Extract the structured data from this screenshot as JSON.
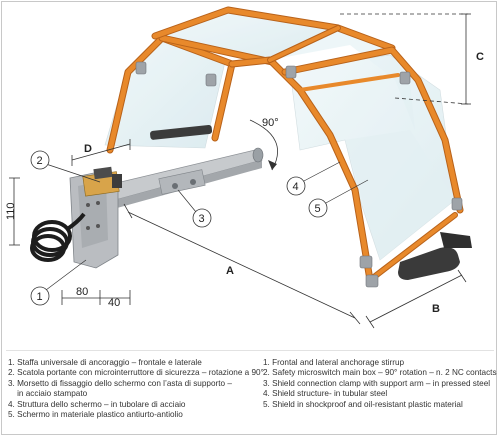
{
  "dimensions": {
    "a": "A",
    "b": "B",
    "c": "C",
    "d": "D",
    "height_110": "110",
    "width_80": "80",
    "width_40": "40",
    "rotation": "90°"
  },
  "callouts": [
    "1",
    "2",
    "3",
    "4",
    "5"
  ],
  "legend_it": [
    "1. Staffa universale di ancoraggio – frontale e laterale",
    "2. Scatola portante con microinterruttore di sicurezza – rotazione a 90°",
    "3. Morsetto di fissaggio dello schermo con l’asta di supporto –",
    "    in acciaio stampato",
    "4. Struttura dello schermo – in tubolare di acciaio",
    "5. Schermo in materiale plastico antiurto-antiolio"
  ],
  "legend_en": [
    "1. Frontal and lateral anchorage stirrup",
    "2. Safety microswitch main box – 90° rotation – n. 2 NC contacts",
    "3. Shield connection clamp with support arm – in pressed steel",
    "4. Shield structure- in tubular steel",
    "5. Shield in shockproof and oil-resistant plastic material"
  ],
  "colors": {
    "frame_orange": "#e8892b",
    "frame_dark": "#b8621a",
    "steel": "#b9bcc0",
    "panel": "#dfeff3"
  }
}
